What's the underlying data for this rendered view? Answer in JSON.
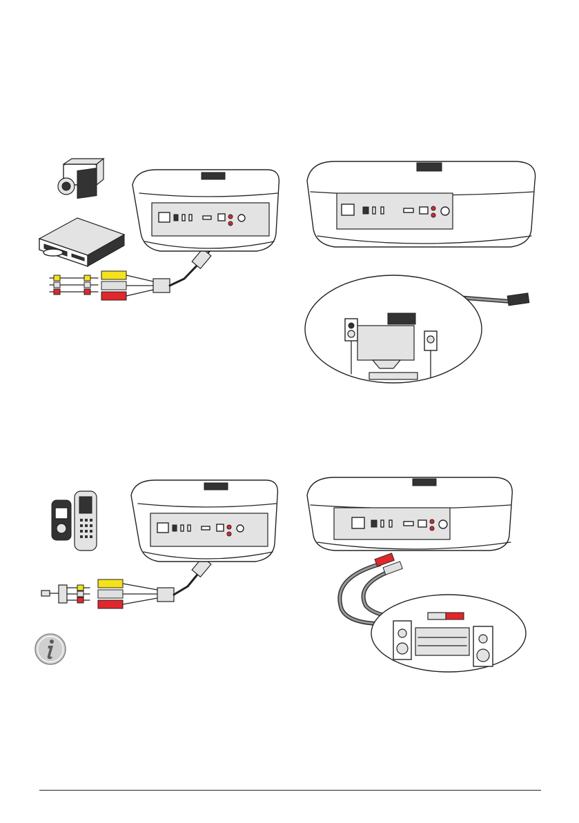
{
  "colors": {
    "yellow_plug": "#f4e21a",
    "white_plug": "#e0e0e0",
    "red_plug": "#e3262b",
    "cable_dark": "#333333",
    "note_icon_grey": "#cfcfcf"
  },
  "icons": {
    "note": "info-icon"
  },
  "illustrations": [
    "projector-av-camcorder-dvd",
    "projector-optical-home-cinema",
    "projector-av-mobile-devices",
    "projector-rca-hifi-stereo"
  ]
}
